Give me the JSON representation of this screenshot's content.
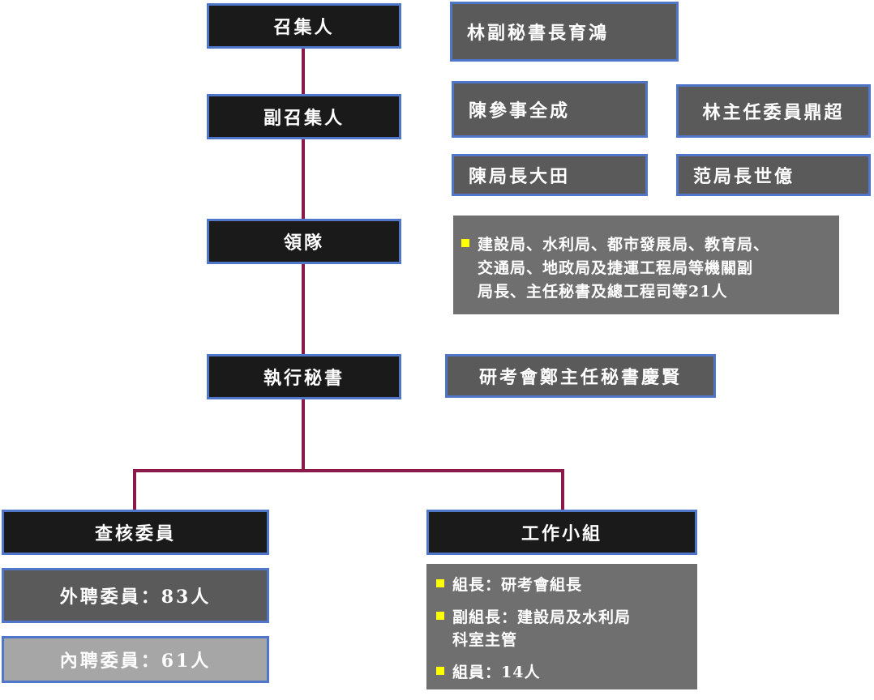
{
  "roles": {
    "convener": "召集人",
    "deputy_convener": "副召集人",
    "team_leader": "領隊",
    "executive_secretary": "執行秘書",
    "review_committee": "查核委員",
    "working_group": "工作小組"
  },
  "people": {
    "convener": "林副秘書長育鴻",
    "deputy_1": "陳參事全成",
    "deputy_2": "林主任委員鼎超",
    "deputy_3": "陳局長大田",
    "deputy_4": "范局長世億",
    "secretary": "研考會鄭主任秘書慶賢"
  },
  "team_leader_info": {
    "lines": [
      "建設局、水利局、都市發展局、教育局、",
      "交通局、地政局及捷運工程局等機關副",
      "局長、主任秘書及總工程司等21人"
    ]
  },
  "review_committee": {
    "external": "外聘委員：83人",
    "internal": "內聘委員：61人"
  },
  "working_group_items": [
    {
      "lines": [
        "組長：研考會組長"
      ]
    },
    {
      "lines": [
        "副組長：建設局及水利局",
        "科室主管"
      ]
    },
    {
      "lines": [
        "組員：14人"
      ]
    }
  ],
  "colors": {
    "role_box": "#1a1a1a",
    "person_box": "#5a5a5a",
    "info_box": "#6f6f6f",
    "external_box": "#5a5a5a",
    "internal_box": "#a6a6a6",
    "box_border": "#4f76c8",
    "connector": "#8b1a4a",
    "bullet": "#ffff00"
  }
}
